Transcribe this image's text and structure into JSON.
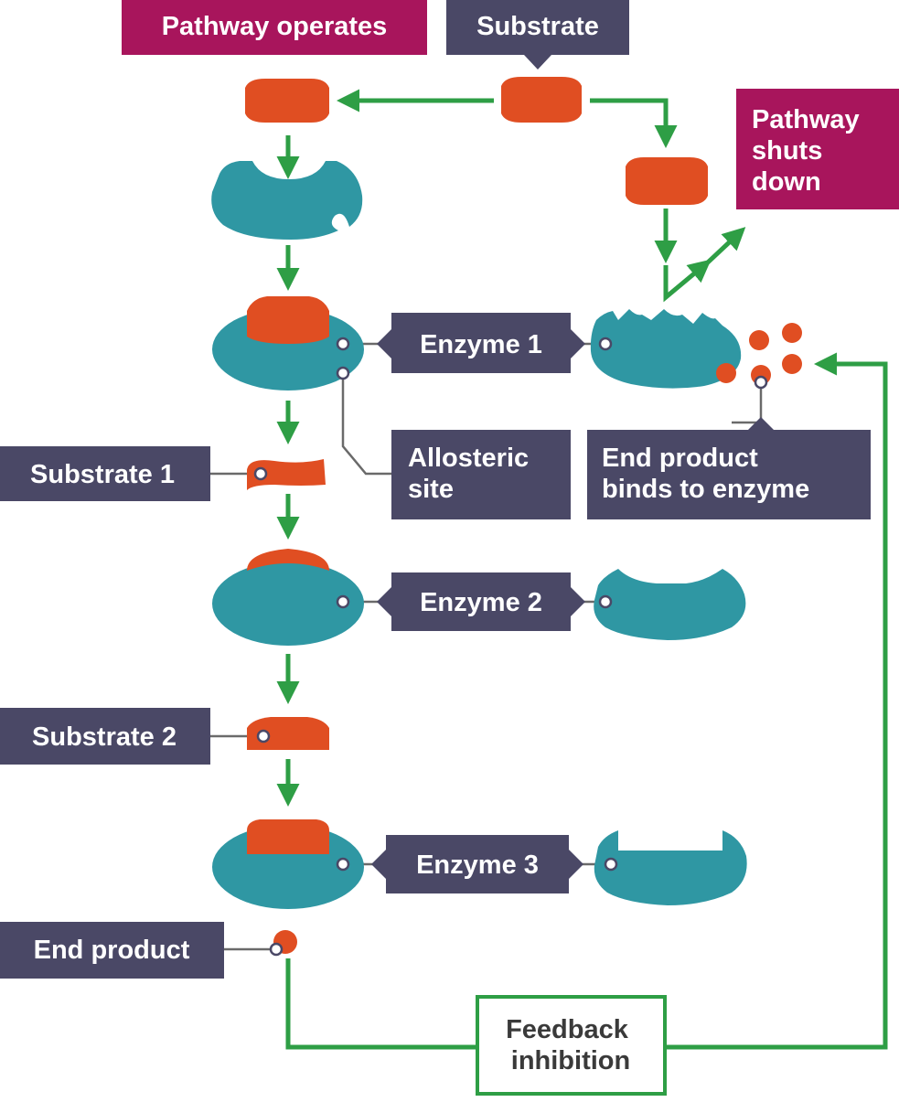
{
  "labels": {
    "pathway_operates": "Pathway operates",
    "substrate": "Substrate",
    "pathway_shuts_down": [
      "Pathway",
      "shuts",
      "down"
    ],
    "enzyme_1": "Enzyme 1",
    "allosteric_site": [
      "Allosteric",
      "site"
    ],
    "end_product_binds": [
      "End product",
      "binds to enzyme"
    ],
    "substrate_1": "Substrate 1",
    "enzyme_2": "Enzyme 2",
    "substrate_2": "Substrate 2",
    "enzyme_3": "Enzyme 3",
    "end_product": "End product",
    "feedback_inhibition": [
      "Feedback",
      "inhibition"
    ]
  },
  "colors": {
    "enzyme": "#2f97a3",
    "substrate": "#e04e22",
    "label_dark": "#4a4866",
    "label_magenta": "#a8155c",
    "arrow": "#2e9e45",
    "connector": "#6a6a6a"
  }
}
